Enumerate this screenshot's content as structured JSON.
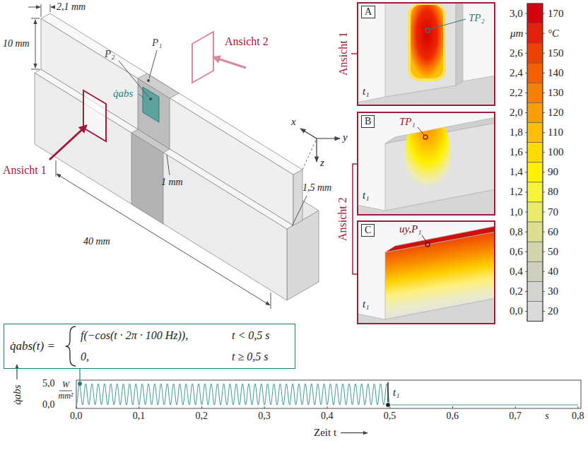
{
  "diagram": {
    "nodes": [
      {
        "text": [
          "TP₂",
          "t₁"
        ]
      },
      {
        "text": [
          "A"
        ],
        "in": 0
      },
      {
        "text": [
          "TP₁",
          "t₁"
        ]
      },
      {
        "text": [
          "B"
        ],
        "in": 2
      },
      {
        "text": [
          "uy,P₁",
          "t₁"
        ]
      },
      {
        "text": [
          "C"
        ],
        "in": 4
      },
      {
        "text": [
          "q̇abs(t) =",
          "f(−cos(t · 2π · 100 Hz)),",
          "t < 0,5 s",
          "0,",
          "t ≥ 0,5 s"
        ]
      }
    ],
    "labels": [
      "2,1 mm",
      "10 mm",
      "P₁",
      "P₂",
      "Ansicht 2",
      "Ansicht 1",
      "q̇abs",
      "1,5 mm",
      "x",
      "y",
      "1 mm",
      "z",
      "40 mm",
      "Ansicht 1",
      "Ansicht 2",
      "3,0",
      "μm",
      "2,6",
      "2,4",
      "2,2",
      "2,0",
      "1,8",
      "1,6",
      "1,4",
      "1,2",
      "1,0",
      "0,8",
      "0,6",
      "0,4",
      "0,2",
      "0,0",
      "170",
      "°C",
      "150",
      "140",
      "130",
      "120",
      "110",
      "100",
      "90",
      "80",
      "70",
      "60",
      "50",
      "40",
      "30",
      "20",
      "q̇abs",
      "5,0",
      "W",
      "mm²",
      "0,0",
      "t₁",
      "0,0",
      "0,1",
      "0,2",
      "0,3",
      "0,4",
      "0,5",
      "0,6",
      "0,7",
      "s",
      "0,8",
      "Zeit t"
    ]
  }
}
